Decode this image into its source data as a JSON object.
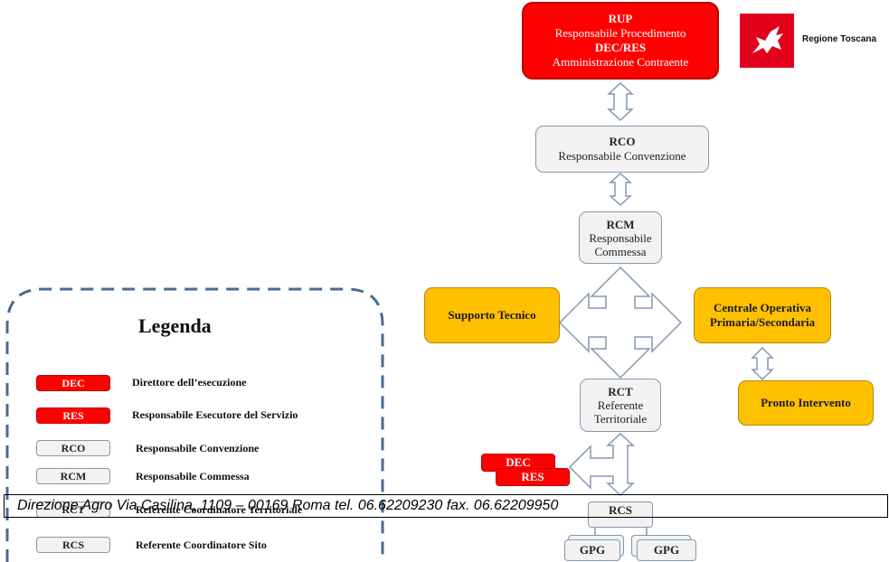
{
  "rup_box": {
    "line1": "RUP",
    "line2": "Responsabile Procedimento",
    "line3": "DEC/RES",
    "line4": "Amministrazione Contraente"
  },
  "logo": {
    "label": "Regione Toscana"
  },
  "rco_box": {
    "title": "RCO",
    "subtitle": "Responsabile Convenzione"
  },
  "rcm_box": {
    "title": "RCM",
    "line2": "Responsabile",
    "line3": "Commessa"
  },
  "support_box": {
    "label": "Supporto Tecnico"
  },
  "central_box": {
    "line1": "Centrale Operativa",
    "line2": "Primaria/Secondaria"
  },
  "pronto_box": {
    "label": "Pronto Intervento"
  },
  "rct_box": {
    "title": "RCT",
    "line2": "Referente",
    "line3": "Territoriale"
  },
  "dec_small": "DEC",
  "res_small": "RES",
  "rcs_box": "RCS",
  "gpg_left": "GPG",
  "gpg_right": "GPG",
  "legend": {
    "title": "Legenda",
    "items": [
      {
        "tag": "DEC",
        "desc": "Direttore dell’esecuzione"
      },
      {
        "tag": "RES",
        "desc": "Responsabile Esecutore del Servizio"
      },
      {
        "tag": "RCO",
        "desc": "Responsabile Convenzione"
      },
      {
        "tag": "RCM",
        "desc": "Responsabile Commessa"
      },
      {
        "tag": "RCT",
        "desc": "Referente Coordinatore Territoriale"
      },
      {
        "tag": "RCS",
        "desc": "Referente Coordinatore Sito"
      }
    ]
  },
  "footer": {
    "text": "Direzione Agro  Via Casilina, 1109 – 00169 Roma tel. 06.62209230 fax. 06.62209950"
  },
  "colors": {
    "red": "#ff0000",
    "gold": "#ffc000",
    "grey_fill": "#f2f2f2",
    "border_blue": "#8497b0",
    "dash_blue": "#4a6a93"
  }
}
